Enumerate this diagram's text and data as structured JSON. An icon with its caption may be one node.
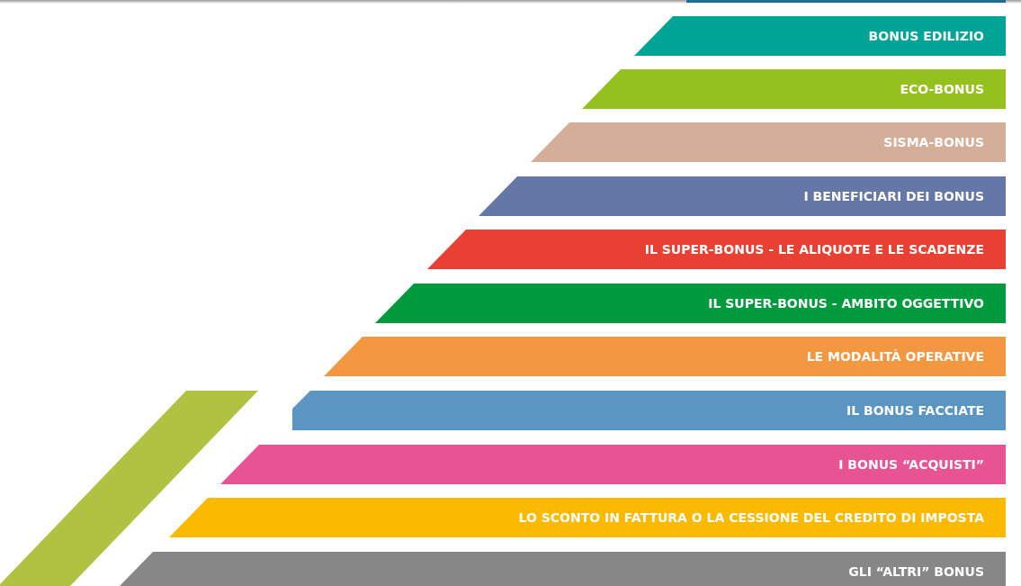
{
  "diagram": {
    "nodes": [
      {
        "text": [],
        "shape": "bar"
      },
      {
        "text": [
          "BONUS EDILIZIO"
        ]
      },
      {
        "text": [
          "ECO-BONUS"
        ]
      },
      {
        "text": [
          "SISMA-BONUS"
        ]
      },
      {
        "text": [
          "I BENEFICIARI DEI BONUS"
        ]
      },
      {
        "text": [
          "IL SUPER-BONUS - LE ALIQUOTE E LE SCADENZE"
        ]
      },
      {
        "text": [
          "IL SUPER-BONUS - AMBITO OGGETTIVO"
        ]
      },
      {
        "text": [
          "LE MODALITÀ OPERATIVE"
        ]
      },
      {
        "text": [
          "IL BONUS FACCIATE"
        ]
      },
      {
        "text": [
          "I BONUS “ACQUISTI”"
        ]
      },
      {
        "text": [
          "LO SCONTO IN FATTURA O LA CESSIONE DEL CREDITO DI IMPOSTA"
        ]
      },
      {
        "text": [
          "GLI “ALTRI” BONUS"
        ]
      }
    ]
  }
}
